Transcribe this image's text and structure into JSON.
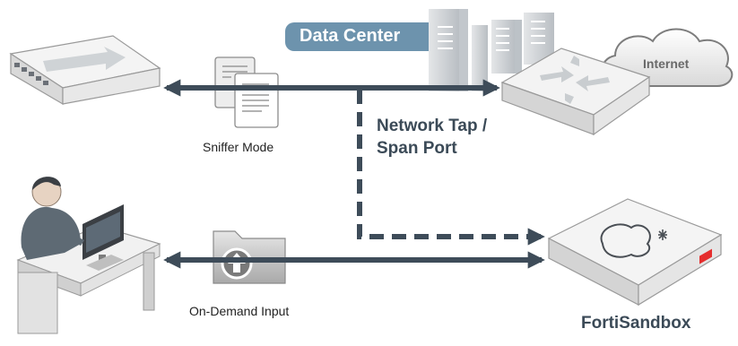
{
  "data_center": {
    "label": "Data Center"
  },
  "internet": {
    "label": "Internet"
  },
  "tap": {
    "line1": "Network Tap /",
    "line2": "Span Port"
  },
  "sniffer": {
    "label": "Sniffer Mode"
  },
  "on_demand": {
    "label": "On-Demand Input"
  },
  "fortisandbox": {
    "label": "FortiSandbox"
  },
  "colors": {
    "arrow": "#3e4c59",
    "accent_blue": "#6d93ad",
    "fortinet_red": "#e52e2e"
  }
}
